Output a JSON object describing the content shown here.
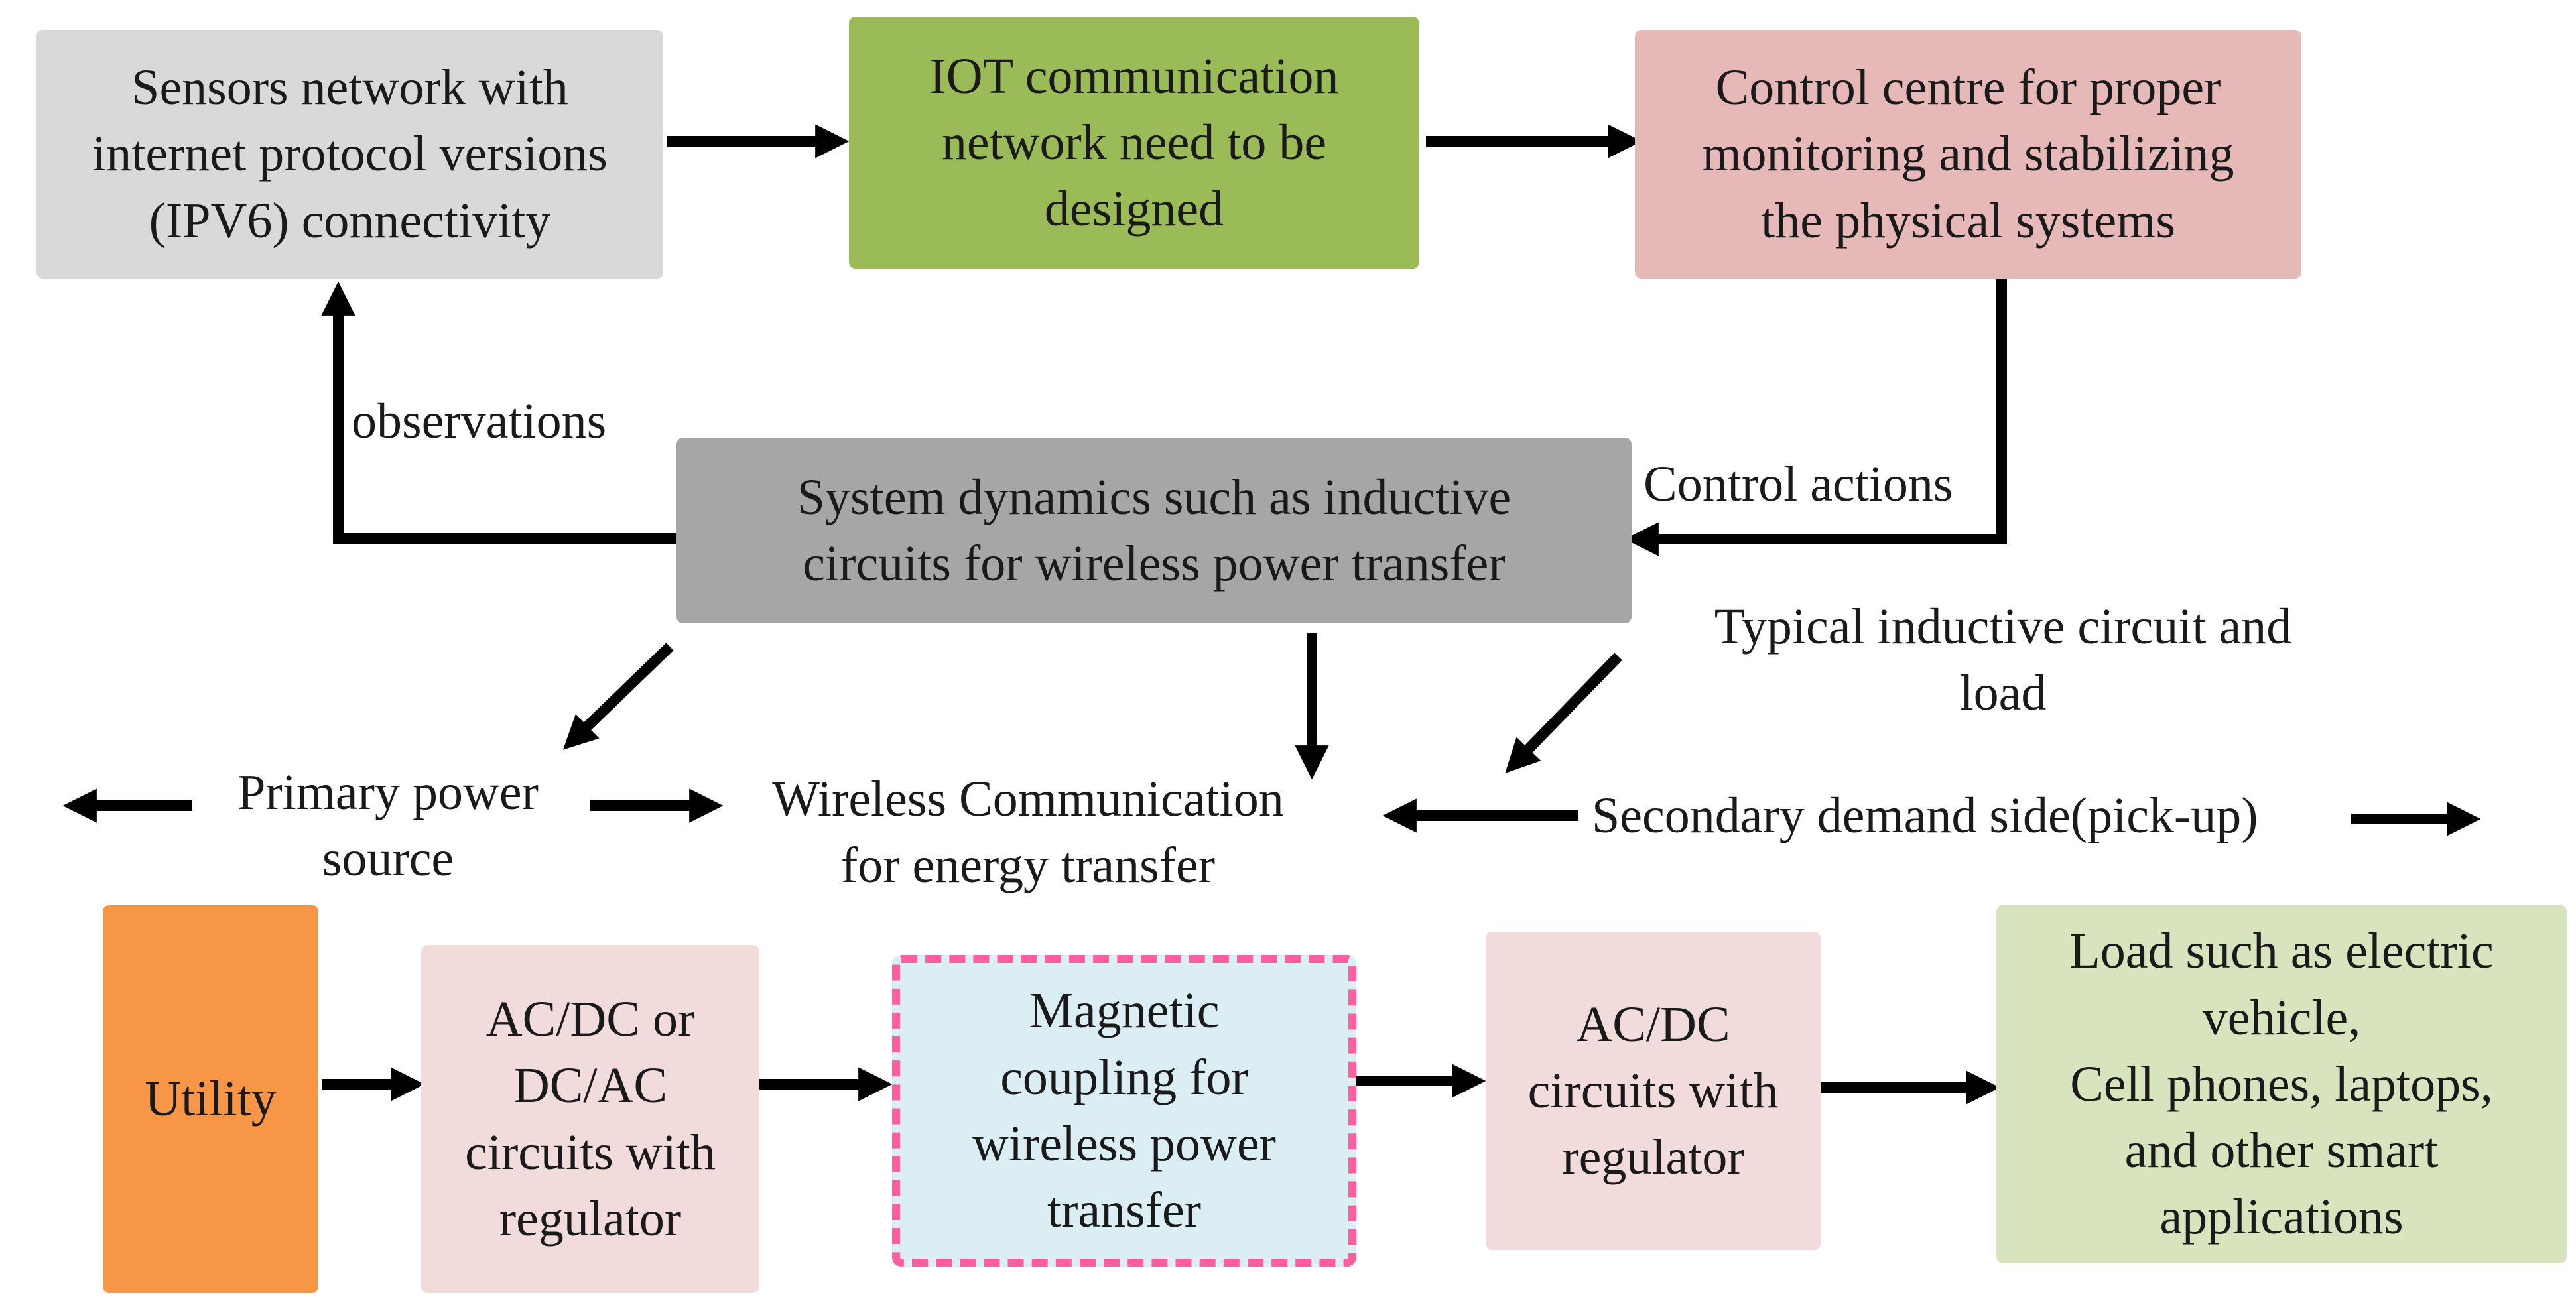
{
  "boxes": {
    "sensors": {
      "text": "Sensors network  with\ninternet protocol versions\n(IPV6) connectivity",
      "color": "#d9d9d9"
    },
    "iot": {
      "text": "IOT communication\nnetwork need to be\ndesigned",
      "color": "#9bbb59"
    },
    "control_centre": {
      "text": "Control centre for proper\nmonitoring and stabilizing\nthe physical systems",
      "color": "#e6b9b8"
    },
    "system_dynamics": {
      "text": "System dynamics such as inductive\ncircuits for wireless power transfer",
      "color": "#a6a6a6"
    },
    "utility": {
      "text": "Utility",
      "color": "#f79646"
    },
    "acdc_dcac": {
      "text": "AC/DC or\nDC/AC\ncircuits with\nregulator",
      "color": "#f2dcdb"
    },
    "magnetic": {
      "text": "Magnetic\ncoupling for\nwireless power\ntransfer",
      "color": "#dbeef4",
      "border_color": "#ff5f9e"
    },
    "acdc": {
      "text": "AC/DC\ncircuits with\nregulator",
      "color": "#f2dcdb"
    },
    "load": {
      "text": "Load such as electric\nvehicle,\nCell phones, laptops,\nand other  smart\napplications",
      "color": "#d7e4bd"
    }
  },
  "labels": {
    "observations": "observations",
    "control_actions": "Control actions",
    "typical_inductive": "Typical inductive circuit and\nload",
    "primary_power": "Primary power\nsource",
    "wireless_comm": "Wireless Communication\nfor energy transfer",
    "secondary_demand": "Secondary demand side(pick-up)"
  }
}
